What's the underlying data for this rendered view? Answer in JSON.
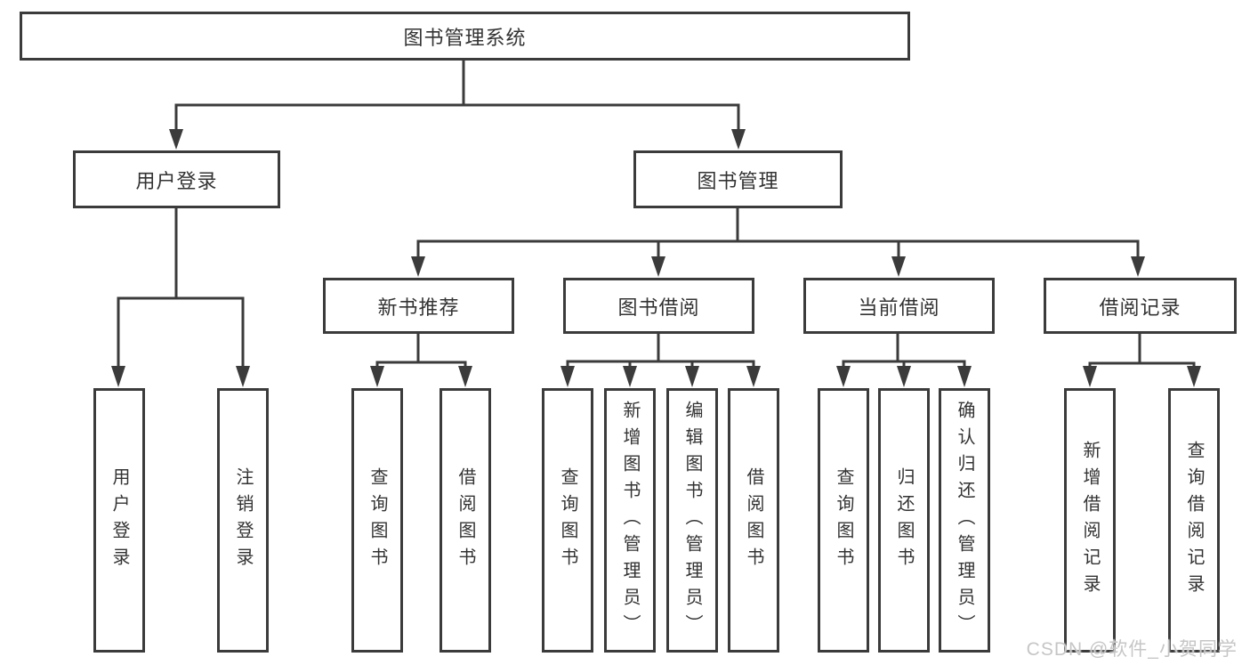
{
  "diagram": {
    "type": "hierarchy-tree",
    "colors": {
      "line": "#3b3b3b",
      "box_border": "#3b3b3b",
      "box_fill": "#ffffff",
      "text": "#333333",
      "watermark_text": "#c6c6c6",
      "background": "#ffffff"
    },
    "tree": {
      "root": {
        "label": "图书管理系统"
      },
      "level2": [
        {
          "label": "用户登录"
        },
        {
          "label": "图书管理"
        }
      ],
      "level3": [
        {
          "label": "新书推荐"
        },
        {
          "label": "图书借阅"
        },
        {
          "label": "当前借阅"
        },
        {
          "label": "借阅记录"
        }
      ],
      "leaves": {
        "user_login": [
          {
            "label": "用户登录"
          },
          {
            "label": "注销登录"
          }
        ],
        "new_book": [
          {
            "label": "查询图书"
          },
          {
            "label": "借阅图书"
          }
        ],
        "book_borrow": [
          {
            "label": "查询图书"
          },
          {
            "label": "新增图书（管理员）"
          },
          {
            "label": "编辑图书（管理员）"
          },
          {
            "label": "借阅图书"
          }
        ],
        "current_borrow": [
          {
            "label": "查询图书"
          },
          {
            "label": "归还图书"
          },
          {
            "label": "确认归还（管理员）"
          }
        ],
        "borrow_record": [
          {
            "label": "新增借阅记录"
          },
          {
            "label": "查询借阅记录"
          }
        ]
      }
    },
    "watermark": {
      "text": "CSDN @软件_小贺同学"
    }
  }
}
